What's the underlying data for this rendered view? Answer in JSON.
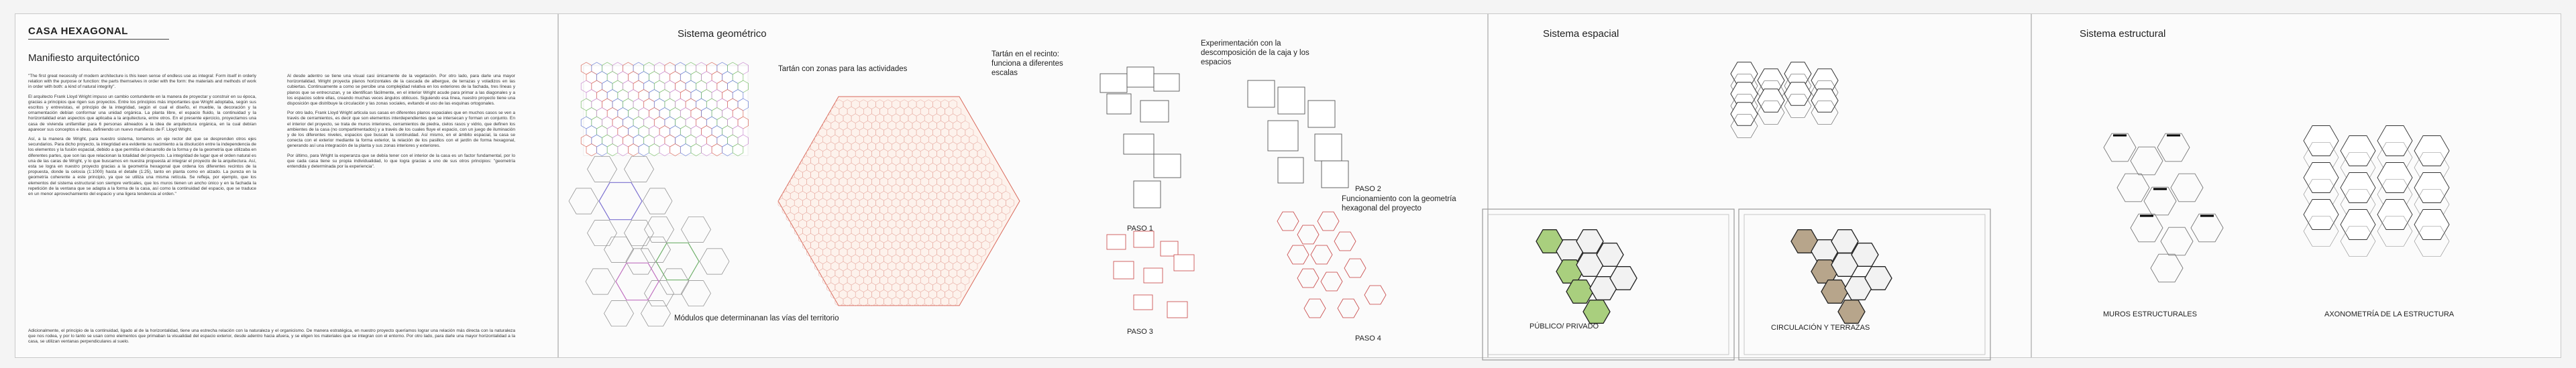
{
  "left": {
    "title": "CASA HEXAGONAL",
    "subtitle": "Manifiesto arquitectónico",
    "column1": [
      "\"The first great necessity of modern architecture is this keen sense of endless use as integral: Form itself in orderly relation with the purpose or function: the parts themselves in order with the form: the materials and methods of work in order with both: a kind of natural integrity\".",
      "El arquitecto Frank Lloyd Wright impuso un cambio contundente en la manera de proyectar y construir en su época, gracias a principios que rigen sus proyectos. Entre los principios más importantes que Wright adoptaba, según sus escritos y entrevistas, el principio de la integridad, según el cual el diseño, el mueble, la decoración y la ornamentación debían conformar una unidad orgánica. La planta libre, el espacio fluido, la continuidad y la horizontalidad eran aspectos que aplicaba a la arquitectura, entre otros. En el presente ejercicio, proyectamos una casa de vivienda unifamiliar para 6 personas alineados a la idea de arquitectura orgánica, en la cual debían aparecer sus conceptos e ideas, definiendo un nuevo manifiesto de F. Lloyd Wright.",
      "Así, a la manera de Wright, para nuestro sistema, tomamos un eje rector del que se desprenden otros ejes secundarios. Para dicho proyecto, la integridad era evidente su nacimiento a la disolución entre la independencia de los elementos y la fusión espacial, debido a que permitía el desarrollo de la forma y de la geometría que utilizaba en diferentes partes, que son las que relacionan la totalidad del proyecto. La integridad de lugar que el orden natural es una de las caras de Wright, y lo que buscamos en nuestra propuesta al integrar el proyecto de la arquitectura. Así, esta se logra en nuestro proyecto gracias a la geometría hexagonal que ordena los diferentes recintos de la propuesta, donde la celosía (1:1000) hasta el detalle (1:25), tanto en planta como en alzado. La pureza en la geometría coherente a este principio, ya que se utiliza una misma retícula. Se refleja, por ejemplo, que los elementos del sistema estructural son siempre verticales, que los muros tienen un ancho único y en la fachada la repetición de la ventana que se adapta a la forma de la casa, así como la continuidad del espacio, que se traduce en un menor aprovechamiento del espacio y una ligera tendencia al orden.\""
    ],
    "column2": [
      "Al desde adentro se tiene una visual casi únicamente de la vegetación. Por otro lado, para darle una mayor horizontalidad, Wright proyecta planos horizontales de la cascada de albergue, de terrazas y voladizos en las cubiertas. Continuamente a como se percibe una complejidad relativa en los exteriores de la fachada, tres líneas y planos que se entrecruzan, y se identifican fácilmente, en el interior Wright acude para primar a las diagonales y a los espacios sobre ellas, creando muchas veces ángulos oblicuos. Siguiendo esa línea, nuestro proyecto tiene una disposición que distribuye la circulación y las zonas sociales, evitando el uso de las esquinas ortogonales.",
      "Por otro lado, Frank Lloyd Wright articula sus casas en diferentes planos espaciales que en muchos casos se ven a través de cerramientos, es decir que son elementos interdependientes que se intersecan y forman un conjunto. En el interior del proyecto, se trata de muros interiores, cerramientos de piedra, cielos rasos y vidrio, que definen los ambientes de la casa (no compartimentados) y a través de los cuales fluye el espacio, con un juego de iluminación y de los diferentes niveles, espacios que buscan la continuidad. Así mismo, en el ámbito espacial, la casa se conecta con el exterior mediante la forma exterior, la relación de los pasillos con el jardín de forma hexagonal, generando así una integración de la planta y sus zonas interiores y exteriores.",
      "Por último, para Wright la esperanza que se debía tener con el interior de la casa es un factor fundamental, por lo que cada casa tiene su propia individualidad, lo que logra gracias a uno de sus otros principios: \"geometría entendida y determinada por la experiencia\"."
    ],
    "column3": "Adicionalmente, el principio de la continuidad, ligado al de la horizontalidad, tiene una estrecha relación con la naturaleza y el organicismo. De manera estratégica, en nuestro proyecto queríamos lograr una relación más directa con la naturaleza que nos rodea, y por lo tanto se usan como elementos que primaban la visualidad del espacio exterior, desde adentro hacia afuera, y se eligen los materiales que se integran con el entorno. Por otro lado, para darle una mayor horizontalidad a la casa, se utilizan ventanas perpendiculares al suelo."
  },
  "geometric": {
    "heading": "Sistema geométrico",
    "tartan_label": "Tartán con zonas para las actividades",
    "tartan_recinto_label": "Tartán en el recinto: funciona a diferentes escalas",
    "modules_label": "Módulos que determinanan las vías del territorio",
    "decomposition_label": "Experimentación con la descomposición de la caja y los espacios",
    "geometry_label": "Funcionamiento con la geometría hexagonal del proyecto",
    "paso1": "PASO 1",
    "paso2": "PASO 2",
    "paso3": "PASO 3",
    "paso4": "PASO 4"
  },
  "spatial": {
    "heading": "Sistema espacial",
    "public_private": "PÚBLICO/ PRIVADO",
    "circulation": "CIRCULACIÓN Y TERRAZAS"
  },
  "structural": {
    "heading": "Sistema estructural",
    "walls": "MUROS ESTRUCTURALES",
    "axonometry": "AXONOMETRÍA DE LA ESTRUCTURA"
  },
  "colors": {
    "tartan_red": "#d96a5c",
    "tartan_blue": "#6b7fd6",
    "tartan_green": "#7bbf6a",
    "public_green": "#a9cf7e",
    "terrace_brown": "#b7a58b"
  }
}
